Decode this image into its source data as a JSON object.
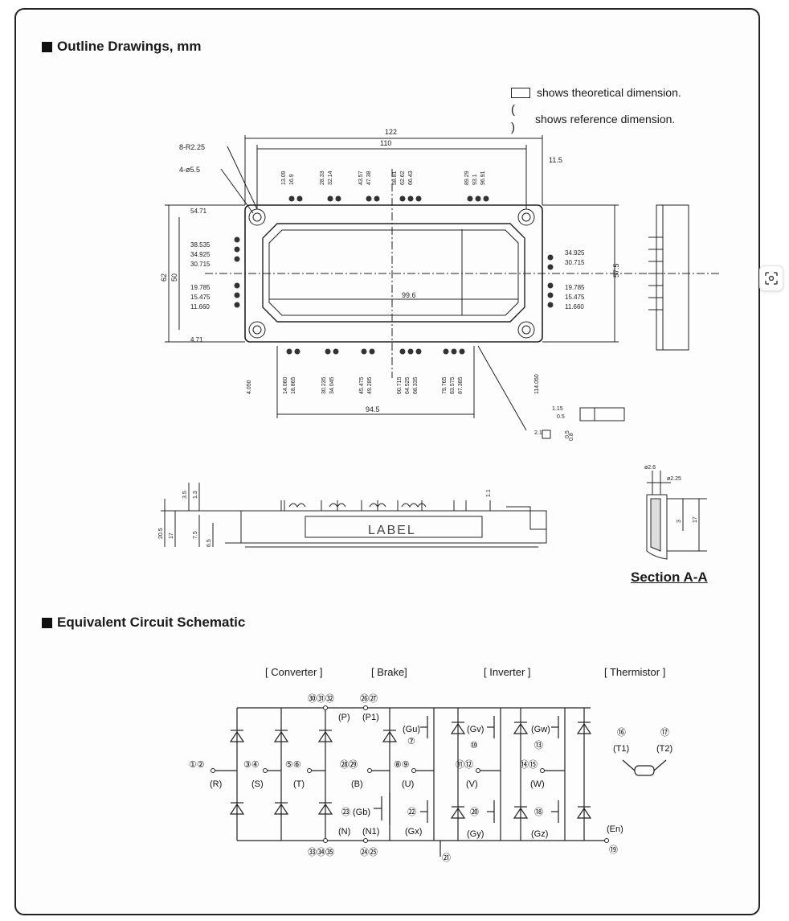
{
  "headings": {
    "outline": "Outline Drawings, mm",
    "schematic": "Equivalent Circuit Schematic"
  },
  "legend": {
    "theoretical": "shows theoretical dimension.",
    "reference": "shows reference dimension."
  },
  "drawing": {
    "label_text": "LABEL",
    "section_label": "Section A-A",
    "dims": {
      "total_width": "122",
      "inner_width": "110",
      "hole_dim": "8-R2.25",
      "mount_dim": "4-ø5.5",
      "window": "99.6",
      "height_a": "57.5",
      "height_b": "62",
      "height_c": "50",
      "pitch": "94.5",
      "right_top": "11.5",
      "left_rows": [
        "54.71",
        "38.535",
        "34.925",
        "30.715",
        "19.785",
        "15.475",
        "11.660",
        "4.71"
      ],
      "right_rows": [
        "34.925",
        "30.715",
        "19.785",
        "15.475",
        "11.660"
      ],
      "top_cols": [
        "13.09",
        "16.9",
        "28.33",
        "32.14",
        "43.57",
        "47.38",
        "58.81",
        "62.62",
        "66.43",
        "89.29",
        "93.1",
        "96.91"
      ],
      "bottom_cols": [
        "4.050",
        "14.060",
        "18.865",
        "30.235",
        "34.045",
        "45.475",
        "49.285",
        "60.715",
        "64.525",
        "68.335",
        "79.765",
        "83.575",
        "87.385",
        "114.050"
      ],
      "side_dims": [
        "3.5",
        "1.3",
        "20.5",
        "17",
        "7.5",
        "6.5",
        "1.1"
      ],
      "section_dims": [
        "ø2.6",
        "ø2.25",
        "3",
        "17"
      ],
      "detail_dims": [
        "1.15",
        "0.5",
        "2.1",
        "0.5",
        "0.8"
      ]
    }
  },
  "schematic": {
    "groups": [
      "[ Converter ]",
      "[ Brake]",
      "[ Inverter ]",
      "[ Thermistor ]"
    ],
    "pins": {
      "r": "①②",
      "r_name": "(R)",
      "s": "③④",
      "s_name": "(S)",
      "t": "⑤⑥",
      "t_name": "(T)",
      "p": "㉚㉛㉜",
      "p_name": "(P)",
      "p1": "㉖㉗",
      "p1_name": "(P1)",
      "b": "㉘㉙",
      "b_name": "(B)",
      "u": "⑧⑨",
      "u_name": "(U)",
      "v": "⑪⑫",
      "v_name": "(V)",
      "w": "⑭⑮",
      "w_name": "(W)",
      "n": "㉝㉞㉟",
      "n_name": "(N)",
      "n1": "㉔㉕",
      "n1_name": "(N1)",
      "gb": "㉓",
      "gb_name": "(Gb)",
      "gu": "⑦",
      "gu_name": "(Gu)",
      "gv": "⑩",
      "gv_name": "(Gv)",
      "gw": "⑬",
      "gw_name": "(Gw)",
      "gx": "㉒",
      "gx_name": "(Gx)",
      "gy": "⑳",
      "gy_name": "(Gy)",
      "gz": "⑱",
      "gz_name": "(Gz)",
      "en": "⑲",
      "en_name": "(En)",
      "e21": "㉑",
      "t1": "⑯",
      "t1_name": "(T1)",
      "t2": "⑰",
      "t2_name": "(T2)"
    }
  },
  "icons": {
    "lens": "lens-search-icon"
  }
}
